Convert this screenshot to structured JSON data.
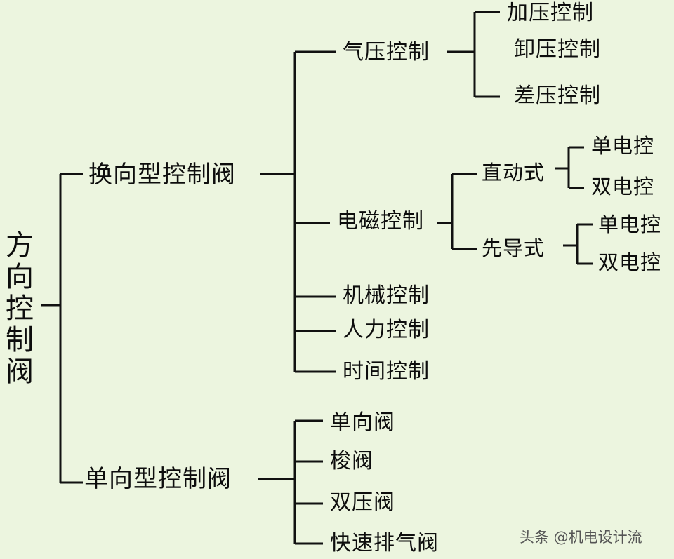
{
  "root": {
    "chars": [
      "方",
      "向",
      "控",
      "制",
      "阀"
    ]
  },
  "branches": {
    "reversing": {
      "label": "换向型控制阀",
      "pneumatic": {
        "label": "气压控制",
        "children": [
          "加压控制",
          "卸压控制",
          "差压控制"
        ]
      },
      "electromagnetic": {
        "label": "电磁控制",
        "direct": {
          "label": "直动式",
          "children": [
            "单电控",
            "双电控"
          ]
        },
        "pilot": {
          "label": "先导式",
          "children": [
            "单电控",
            "双电控"
          ]
        }
      },
      "mechanical": {
        "label": "机械控制"
      },
      "manual": {
        "label": "人力控制"
      },
      "time": {
        "label": "时间控制"
      }
    },
    "one_way": {
      "label": "单向型控制阀",
      "children": [
        "单向阀",
        "梭阀",
        "双压阀",
        "快速排气阀"
      ]
    }
  },
  "watermark": "头条 @机电设计流"
}
